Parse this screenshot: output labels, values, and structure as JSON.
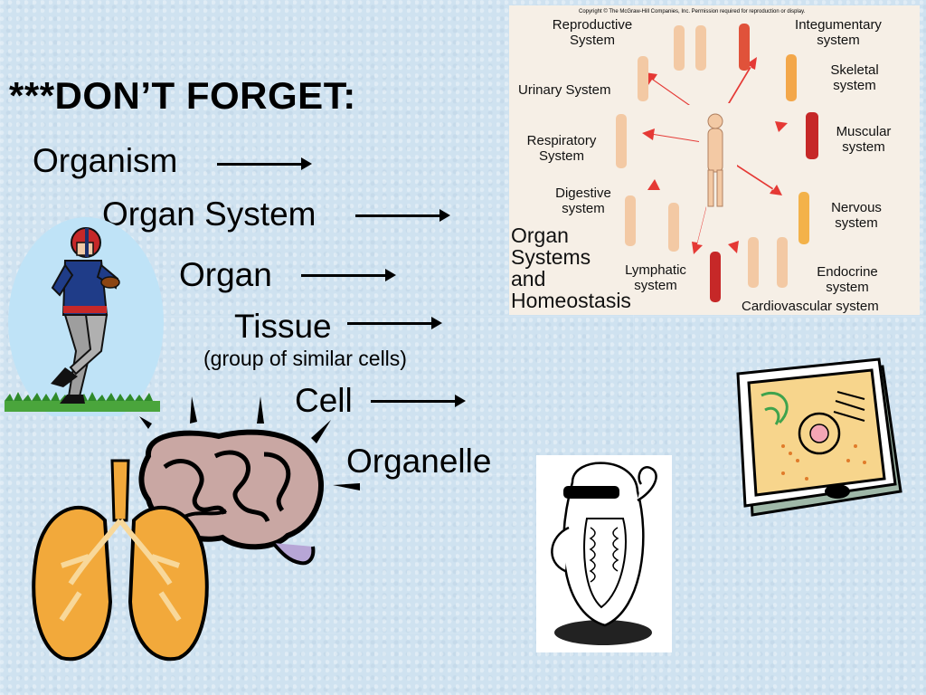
{
  "slide": {
    "title": "***DON’T FORGET:",
    "levels": [
      {
        "label": "Organism"
      },
      {
        "label": "Organ System"
      },
      {
        "label": "Organ"
      },
      {
        "label": "Tissue",
        "note": "(group of similar cells)"
      },
      {
        "label": "Cell"
      },
      {
        "label": "Organelle"
      }
    ]
  },
  "organ_systems_figure": {
    "copyright": "Copyright © The McGraw-Hill Companies, Inc. Permission required for reproduction or display.",
    "heading_lines": [
      "Organ",
      "Systems",
      "and",
      "Homeostasis"
    ],
    "systems": {
      "reproductive": [
        "Reproductive",
        "System"
      ],
      "integumentary": [
        "Integumentary",
        "system"
      ],
      "urinary": [
        "Urinary System"
      ],
      "skeletal": [
        "Skeletal",
        "system"
      ],
      "respiratory": [
        "Respiratory",
        "System"
      ],
      "muscular": [
        "Muscular",
        "system"
      ],
      "digestive": [
        "Digestive",
        "system"
      ],
      "nervous": [
        "Nervous",
        "system"
      ],
      "lymphatic": [
        "Lymphatic",
        "system"
      ],
      "endocrine": [
        "Endocrine",
        "system"
      ],
      "cardiovascular": [
        "Cardiovascular system"
      ]
    }
  },
  "clipart": {
    "football_player": "football-player",
    "brain": "brain",
    "lungs": "lungs",
    "mitochondrion": "mitochondrion",
    "cell": "cell"
  }
}
